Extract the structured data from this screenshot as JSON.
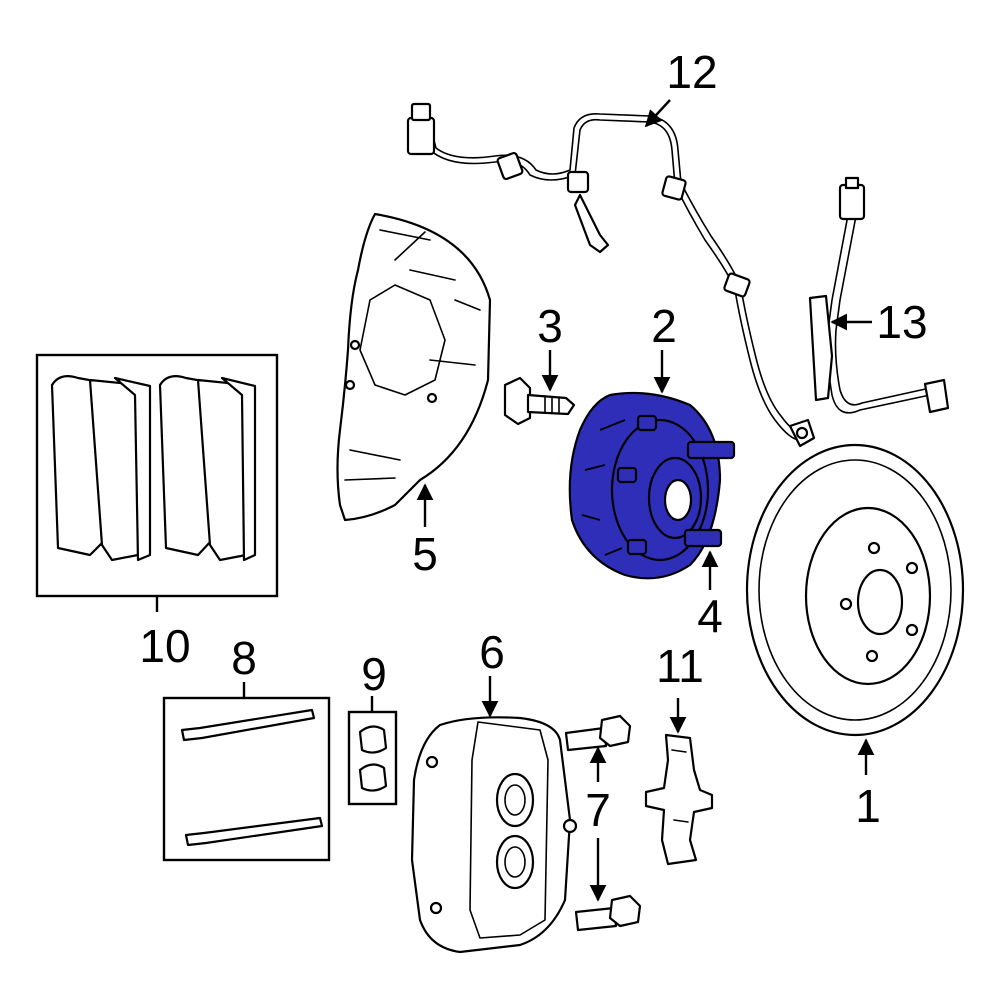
{
  "diagram": {
    "highlight_color": "#2e2eb8",
    "callouts": [
      {
        "id": "1",
        "label": "1"
      },
      {
        "id": "2",
        "label": "2"
      },
      {
        "id": "3",
        "label": "3"
      },
      {
        "id": "4",
        "label": "4"
      },
      {
        "id": "5",
        "label": "5"
      },
      {
        "id": "6",
        "label": "6"
      },
      {
        "id": "7",
        "label": "7"
      },
      {
        "id": "8",
        "label": "8"
      },
      {
        "id": "9",
        "label": "9"
      },
      {
        "id": "10",
        "label": "10"
      },
      {
        "id": "11",
        "label": "11"
      },
      {
        "id": "12",
        "label": "12"
      },
      {
        "id": "13",
        "label": "13"
      }
    ]
  }
}
